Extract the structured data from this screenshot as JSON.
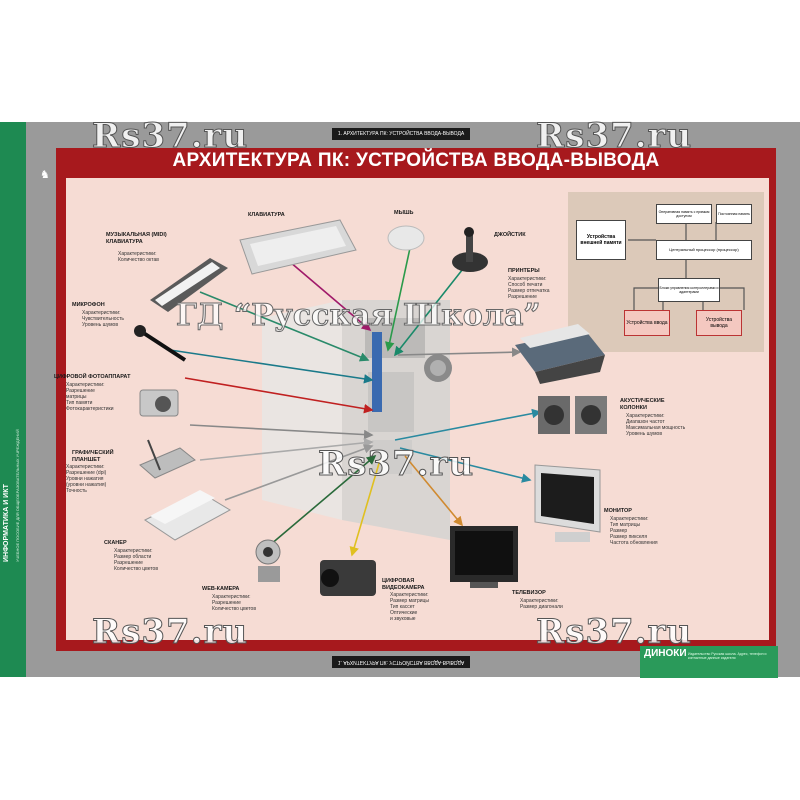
{
  "sidebar": {
    "title": "ИНФОРМАТИКА И ИКТ",
    "subtitle": "УЧЕБНОЕ ПОСОБИЕ ДЛЯ ОБЩЕОБРАЗОВАТЕЛЬНЫХ УЧРЕЖДЕНИЙ"
  },
  "top_strip": "1. АРХИТЕКТУРА ПК: УСТРОЙСТВА ВВОДА-ВЫВОДА",
  "bottom_strip": "1. АРХИТЕКТУРА ПК: УСТРОЙСТВА ВВОДА-ВЫВОДА",
  "title": "АРХИТЕКТУРА ПК: УСТРОЙСТВА ВВОДА-ВЫВОДА",
  "watermarks": {
    "site": "Rs37.ru",
    "publisher": "ГД “Русская Школа”"
  },
  "devices": {
    "midi": {
      "label": "МУЗЫКАЛЬНАЯ (MIDI)\nКЛАВИАТУРА",
      "details": "Характеристики:\nКоличество октав"
    },
    "keyboard": {
      "label": "КЛАВИАТУРА"
    },
    "mouse": {
      "label": "МЫШЬ"
    },
    "joystick": {
      "label": "ДЖОЙСТИК"
    },
    "printers": {
      "label": "ПРИНТЕРЫ",
      "details": "Характеристики:\nСпособ печати\nРазмер отпечатка\nРазрешение"
    },
    "microphone": {
      "label": "МИКРОФОН",
      "details": "Характеристики:\nЧувствительность\nУровень шумов"
    },
    "camera": {
      "label": "ЦИФРОВОЙ ФОТОАППАРАТ",
      "details": "Характеристики:\nРазрешение\nматрицы\nТип памяти\nФотокарактеристики"
    },
    "tablet": {
      "label": "ГРАФИЧЕСКИЙ\nПЛАНШЕТ",
      "details": "Характеристики:\nРазрешение (dpi)\nУровни нажатия\n(уровни нажатия)\nТочность"
    },
    "speakers": {
      "label": "АКУСТИЧЕСКИЕ\nКОЛОНКИ",
      "details": "Характеристики:\nДиапазон частот\nМаксимальная мощность\nУровень шумов"
    },
    "scanner": {
      "label": "СКАНЕР",
      "details": "Характеристики:\nРазмер области\nРазрешение\nКоличество цветов"
    },
    "monitor": {
      "label": "МОНИТОР",
      "details": "Характеристики:\nТип матрицы\nРазмер\nРазмер пикселя\nЧастота обновления"
    },
    "webcam": {
      "label": "WEB-КАМЕРА",
      "details": "Характеристики:\nРазрешение\nКоличество цветов"
    },
    "videocamera": {
      "label": "ЦИФРОВАЯ\nВИДЕОКАМЕРА",
      "details": "Характеристики:\nРазмер матрицы\nТип кассет\nОптические\nи звуковые"
    },
    "tv": {
      "label": "ТЕЛЕВИЗОР",
      "details": "Характеристики:\nРазмер диагонали"
    }
  },
  "block_diagram": {
    "external_memory": "Устройства внешней памяти",
    "ram": "Оперативная память с прямым доступом",
    "cache": "Постоянная память",
    "cpu": "Центральный процессор (процессор)",
    "controller": "Блоки управления контроллерами и адаптерами",
    "input": "Устройства ввода",
    "output": "Устройства вывода"
  },
  "logo": {
    "name": "ДИНОКИ",
    "info": "Издательство Русская школа. Адрес, телефон и контактные данные издателя"
  }
}
